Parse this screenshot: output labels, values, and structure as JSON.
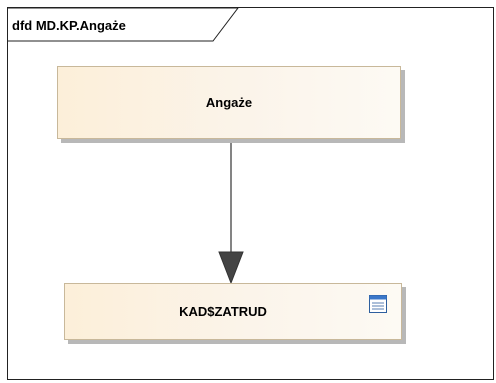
{
  "diagram": {
    "frame_title": "dfd MD.KP.Angaże",
    "process": {
      "label": "Angaże"
    },
    "data_store": {
      "label": "KAD$ZATRUD",
      "icon": "table-icon"
    },
    "flow": {
      "from": "Angaże",
      "to": "KAD$ZATRUD"
    }
  }
}
